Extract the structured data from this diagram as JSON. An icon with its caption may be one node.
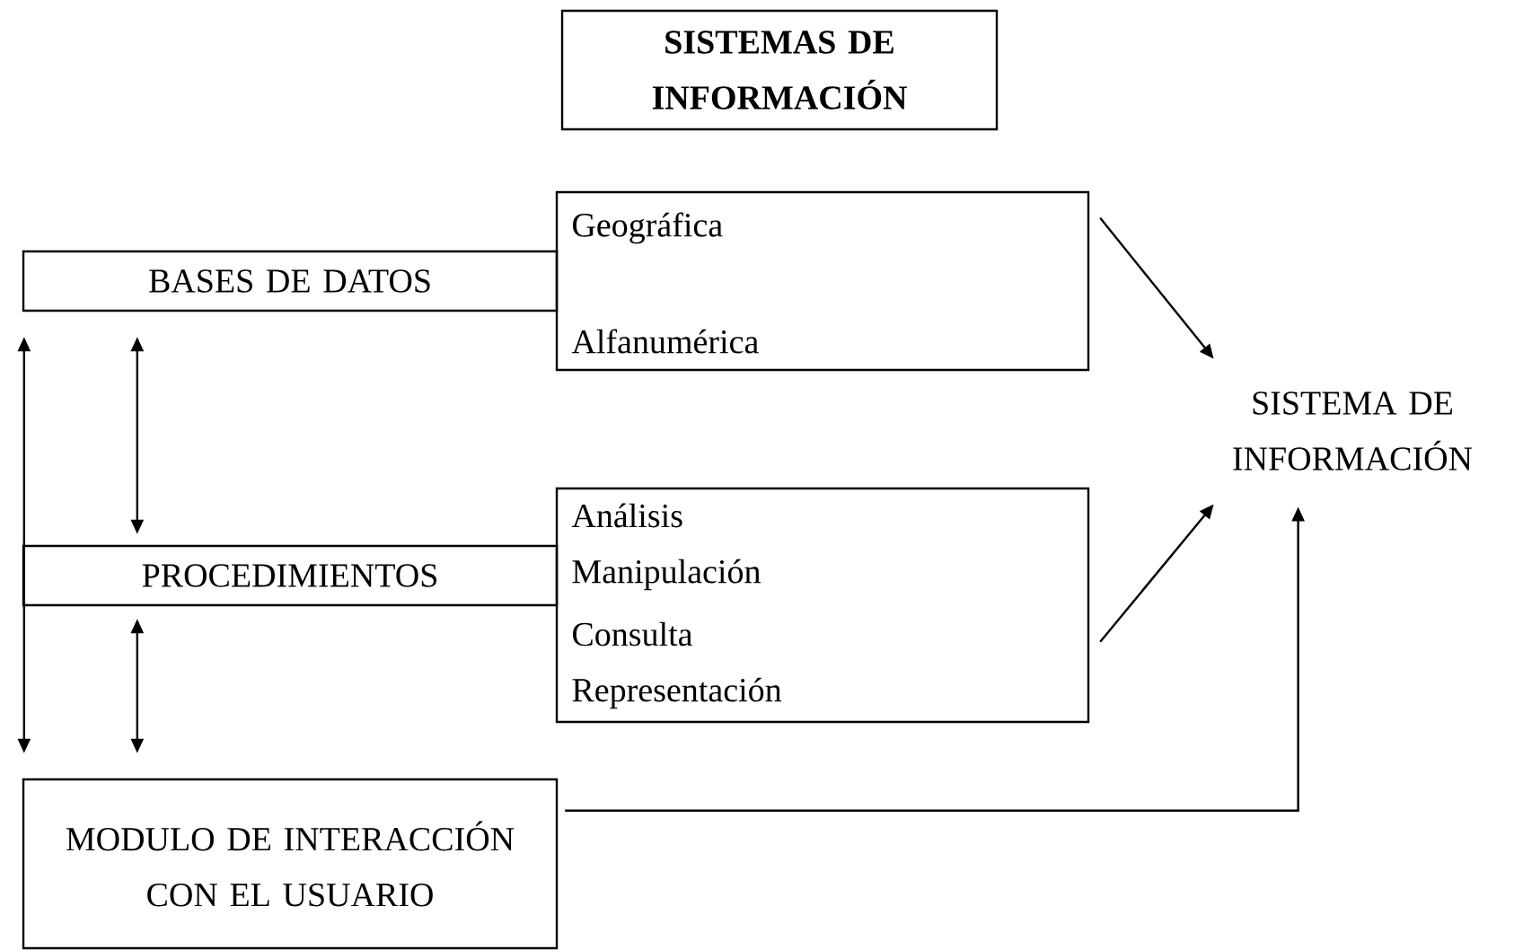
{
  "diagram": {
    "nodes": [
      {
        "text": [
          "SISTEMAS DE INFORMACIÓN"
        ]
      },
      {
        "text": [
          "BASES DE DATOS"
        ]
      },
      {
        "text": [
          "Geográfica",
          "Alfanumérica"
        ]
      },
      {
        "text": [
          "SISTEMA DE INFORMACIÓN"
        ]
      },
      {
        "text": [
          "PROCEDIMIENTOS"
        ]
      },
      {
        "text": [
          "Análisis",
          "Manipulación",
          "Consulta",
          "Representación"
        ]
      },
      {
        "text": [
          "MODULO DE INTERACCIÓN CON EL USUARIO"
        ]
      }
    ],
    "edges": [
      {
        "from": 2,
        "to": 3,
        "arrow": "to"
      },
      {
        "from": 5,
        "to": 3,
        "arrow": "to"
      },
      {
        "from": 6,
        "to": 3,
        "arrow": "to"
      },
      {
        "from": 1,
        "to": 4,
        "arrow": "both"
      },
      {
        "from": 4,
        "to": 6,
        "arrow": "both"
      },
      {
        "from": 1,
        "to": 6,
        "arrow": "both"
      }
    ]
  }
}
